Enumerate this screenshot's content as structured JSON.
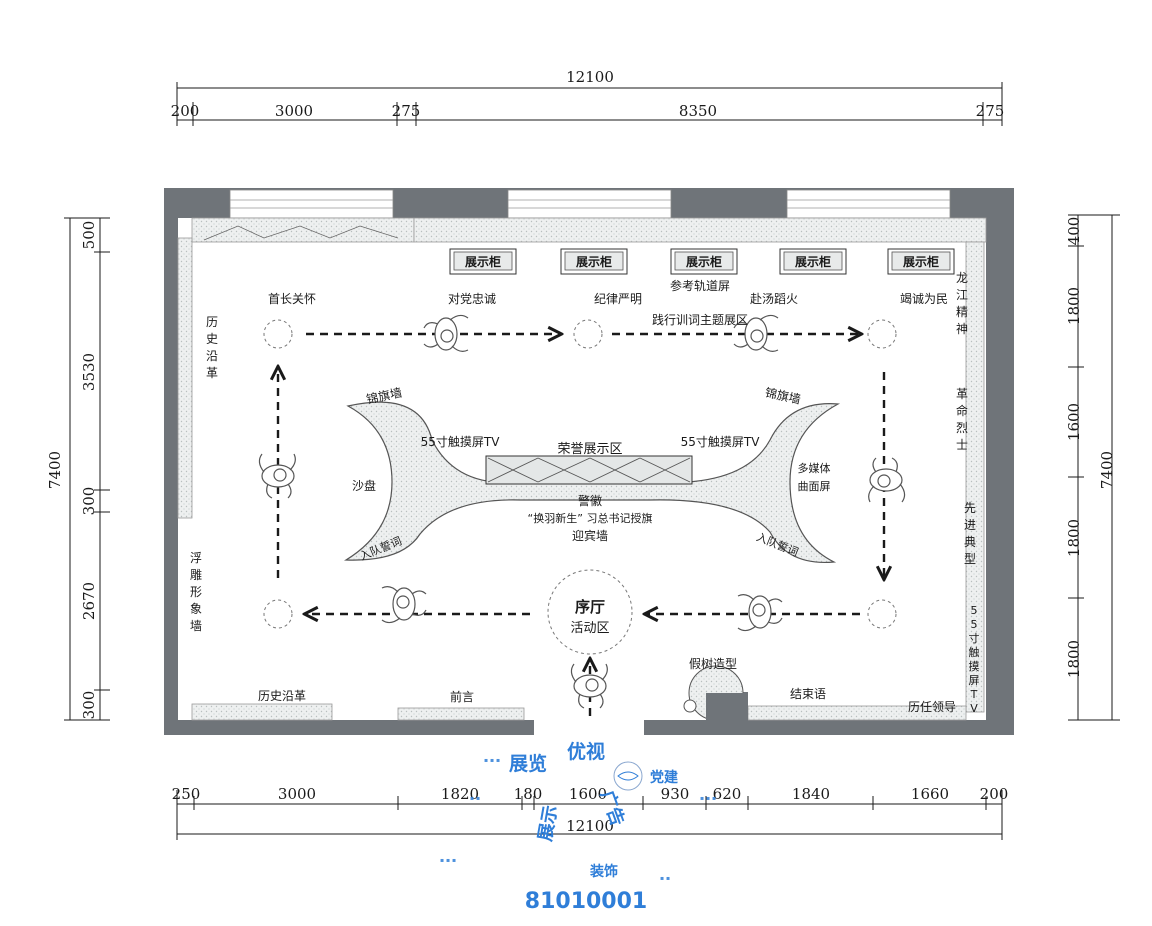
{
  "dimensions": {
    "top_total": "12100",
    "top_segments": [
      "200",
      "3000",
      "275",
      "8350",
      "275"
    ],
    "bottom_segments": [
      "250",
      "3000",
      "1820",
      "180",
      "1600",
      "930",
      "620",
      "1840",
      "1660",
      "200"
    ],
    "bottom_total": "12100",
    "left_total": "7400",
    "left_segments": [
      "500",
      "3530",
      "300",
      "2670",
      "300"
    ],
    "right_total": "7400",
    "right_segments": [
      "400",
      "1800",
      "1600",
      "1800",
      "1800"
    ]
  },
  "cabinets": [
    "展示柜",
    "展示柜",
    "展示柜",
    "展示柜",
    "展示柜"
  ],
  "labels": {
    "shouzhang": "首长关怀",
    "duidang": "对党忠诚",
    "jilv": "纪律严明",
    "cankao": "参考轨道屏",
    "futang": "赴汤蹈火",
    "jieshe": "竭诚为民",
    "jianxing": "践行训词主题展区",
    "lishi_left": "历史沿革",
    "longjiang": "龙江精神",
    "geming": "革命烈士",
    "xianjin": "先进典型",
    "touch_right": "55寸触摸屏TV",
    "jinqi_left": "锦旗墙",
    "jinqi_right": "锦旗墙",
    "tv_left": "55寸触摸屏TV",
    "tv_right": "55寸触摸屏TV",
    "rongyu": "荣誉展示区",
    "shapan": "沙盘",
    "duomeiti_1": "多媒体",
    "duomeiti_2": "曲面屏",
    "jinghui": "警徽",
    "huanyu": "“换羽新生” 习总书记授旗",
    "yingbin": "迎宾墙",
    "rudui_left": "入队誓词",
    "rudui_right": "入队誓词",
    "fudiao": "浮雕形象墙",
    "xuting_1": "序厅",
    "xuting_2": "活动区",
    "jiashu": "假树造型",
    "lishi_bottom": "历史沿革",
    "qianyan": "前言",
    "jieshu": "结束语",
    "liren": "历任领导"
  },
  "watermark": {
    "line1": "展览",
    "line2": "优视",
    "line3": "党建",
    "line4": "展示",
    "line5": "广告",
    "line6": "装饰",
    "phone": "81010001"
  },
  "colors": {
    "wall": "#6f7479",
    "hatch": "#e9ecec",
    "line": "#1a1a1a",
    "watermark": "#2f7ed8"
  }
}
